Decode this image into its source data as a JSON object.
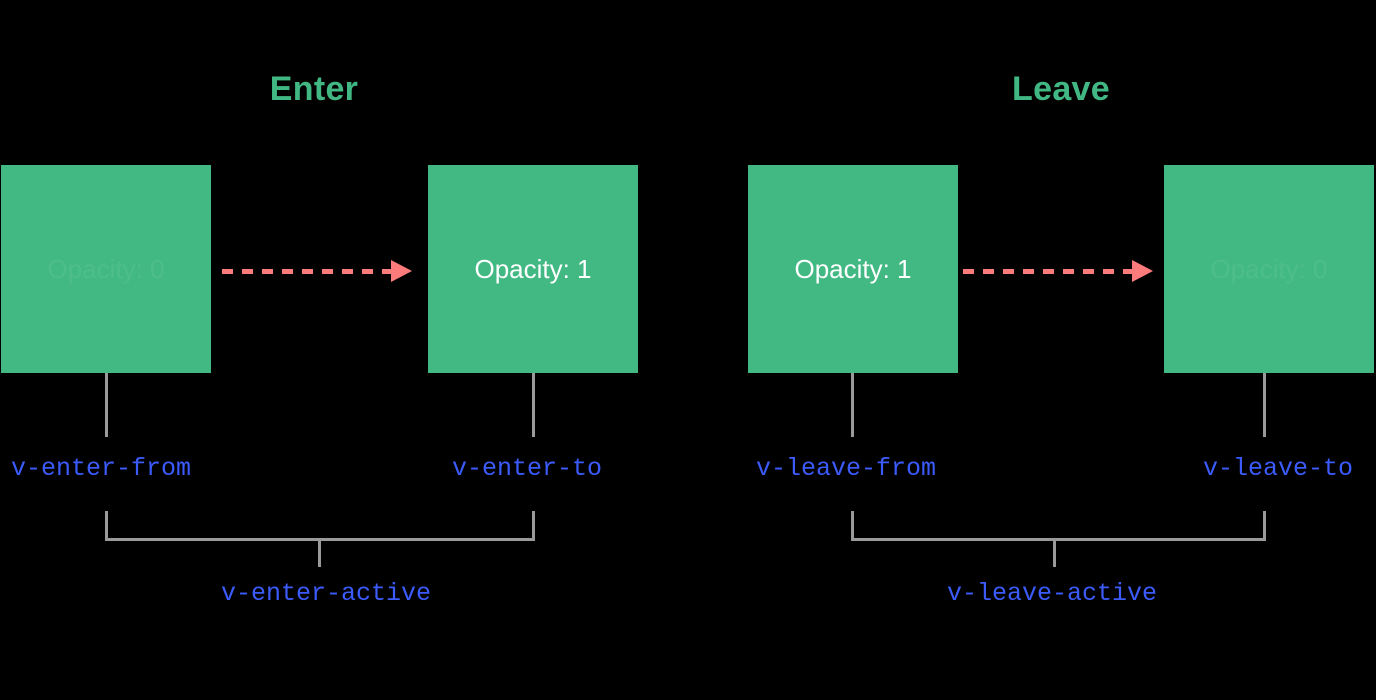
{
  "diagram": {
    "background_color": "#000000",
    "box_color": "#42b983",
    "arrow_color": "#fc7b7b",
    "label_color": "#3b5bfb",
    "title_color": "#41b883",
    "line_color": "#9a9a9a",
    "sections": [
      {
        "id": "enter",
        "title": "Enter",
        "active_class": "v-enter-active",
        "from": {
          "class_label": "v-enter-from",
          "box_text": "Opacity: 0",
          "opacity_state": "0"
        },
        "to": {
          "class_label": "v-enter-to",
          "box_text": "Opacity: 1",
          "opacity_state": "1"
        },
        "arrow": "dashed-arrow-right-icon"
      },
      {
        "id": "leave",
        "title": "Leave",
        "active_class": "v-leave-active",
        "from": {
          "class_label": "v-leave-from",
          "box_text": "Opacity: 1",
          "opacity_state": "1"
        },
        "to": {
          "class_label": "v-leave-to",
          "box_text": "Opacity: 0",
          "opacity_state": "0"
        },
        "arrow": "dashed-arrow-right-icon"
      }
    ]
  }
}
